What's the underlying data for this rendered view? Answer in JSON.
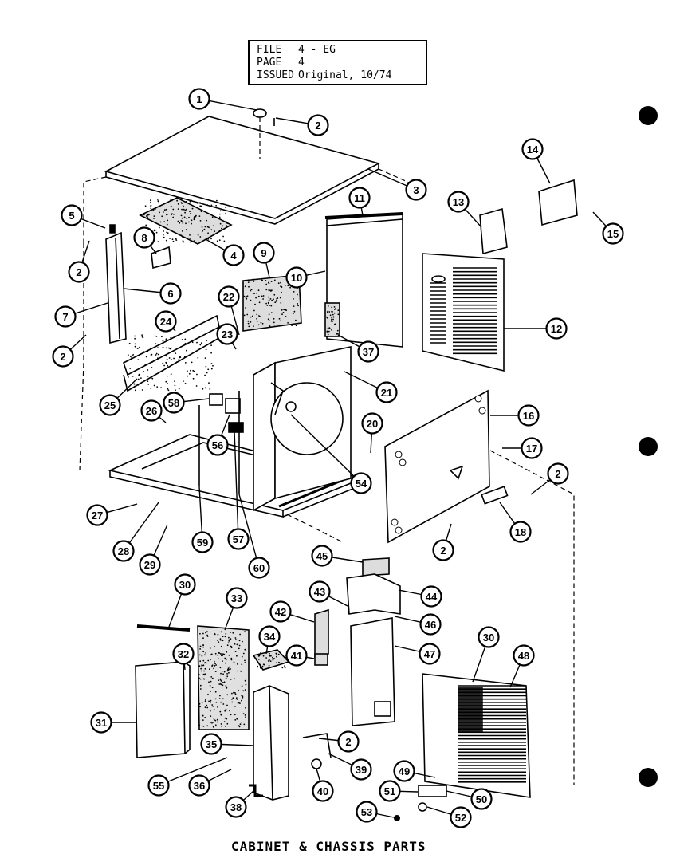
{
  "file_box": {
    "file_label": "FILE",
    "file_value": "4 - EG",
    "page_label": "PAGE",
    "page_value": "4",
    "issued_label": "ISSUED",
    "issued_value": "Original, 10/74"
  },
  "caption": "CABINET & CHASSIS PARTS",
  "callouts": [
    "1",
    "2",
    "3",
    "4",
    "5",
    "6",
    "7",
    "8",
    "9",
    "10",
    "11",
    "12",
    "13",
    "14",
    "15",
    "16",
    "17",
    "18",
    "20",
    "21",
    "22",
    "23",
    "24",
    "25",
    "26",
    "27",
    "28",
    "29",
    "30",
    "31",
    "32",
    "33",
    "34",
    "35",
    "36",
    "37",
    "38",
    "39",
    "40",
    "41",
    "42",
    "43",
    "44",
    "45",
    "46",
    "47",
    "48",
    "49",
    "50",
    "51",
    "52",
    "53",
    "54",
    "55",
    "56",
    "57",
    "58",
    "59",
    "60"
  ]
}
